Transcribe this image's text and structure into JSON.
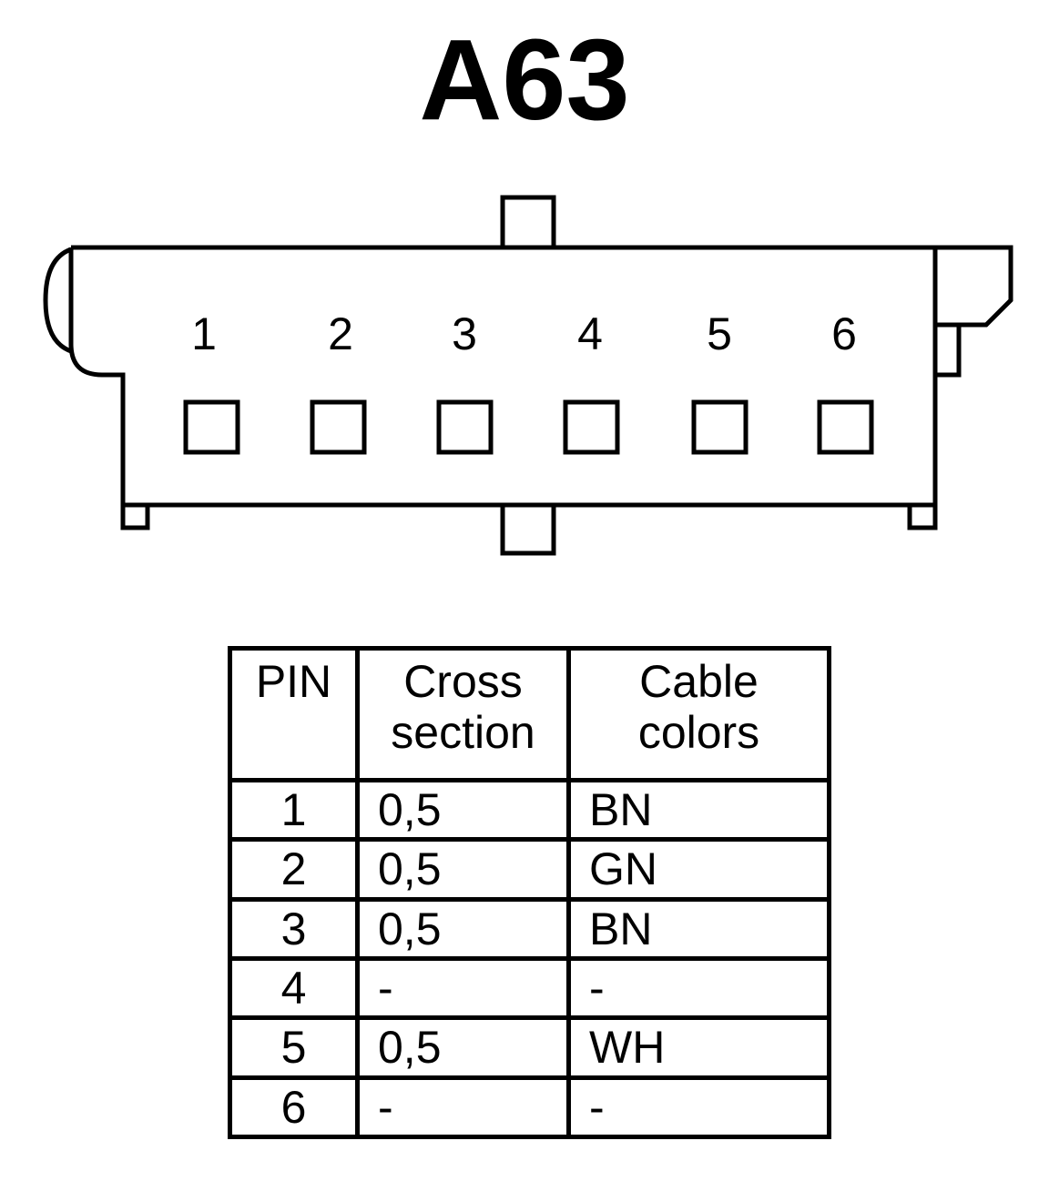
{
  "title": "A63",
  "connector": {
    "pin_labels": [
      "1",
      "2",
      "3",
      "4",
      "5",
      "6"
    ]
  },
  "table": {
    "headers": {
      "pin": "PIN",
      "cross_section": [
        "Cross",
        "section"
      ],
      "cable_colors": [
        "Cable",
        "colors"
      ]
    },
    "rows": [
      {
        "pin": "1",
        "cross_section": "0,5",
        "color": "BN"
      },
      {
        "pin": "2",
        "cross_section": "0,5",
        "color": "GN"
      },
      {
        "pin": "3",
        "cross_section": "0,5",
        "color": "BN"
      },
      {
        "pin": "4",
        "cross_section": "-",
        "color": "-"
      },
      {
        "pin": "5",
        "cross_section": "0,5",
        "color": "WH"
      },
      {
        "pin": "6",
        "cross_section": "-",
        "color": "-"
      }
    ]
  }
}
